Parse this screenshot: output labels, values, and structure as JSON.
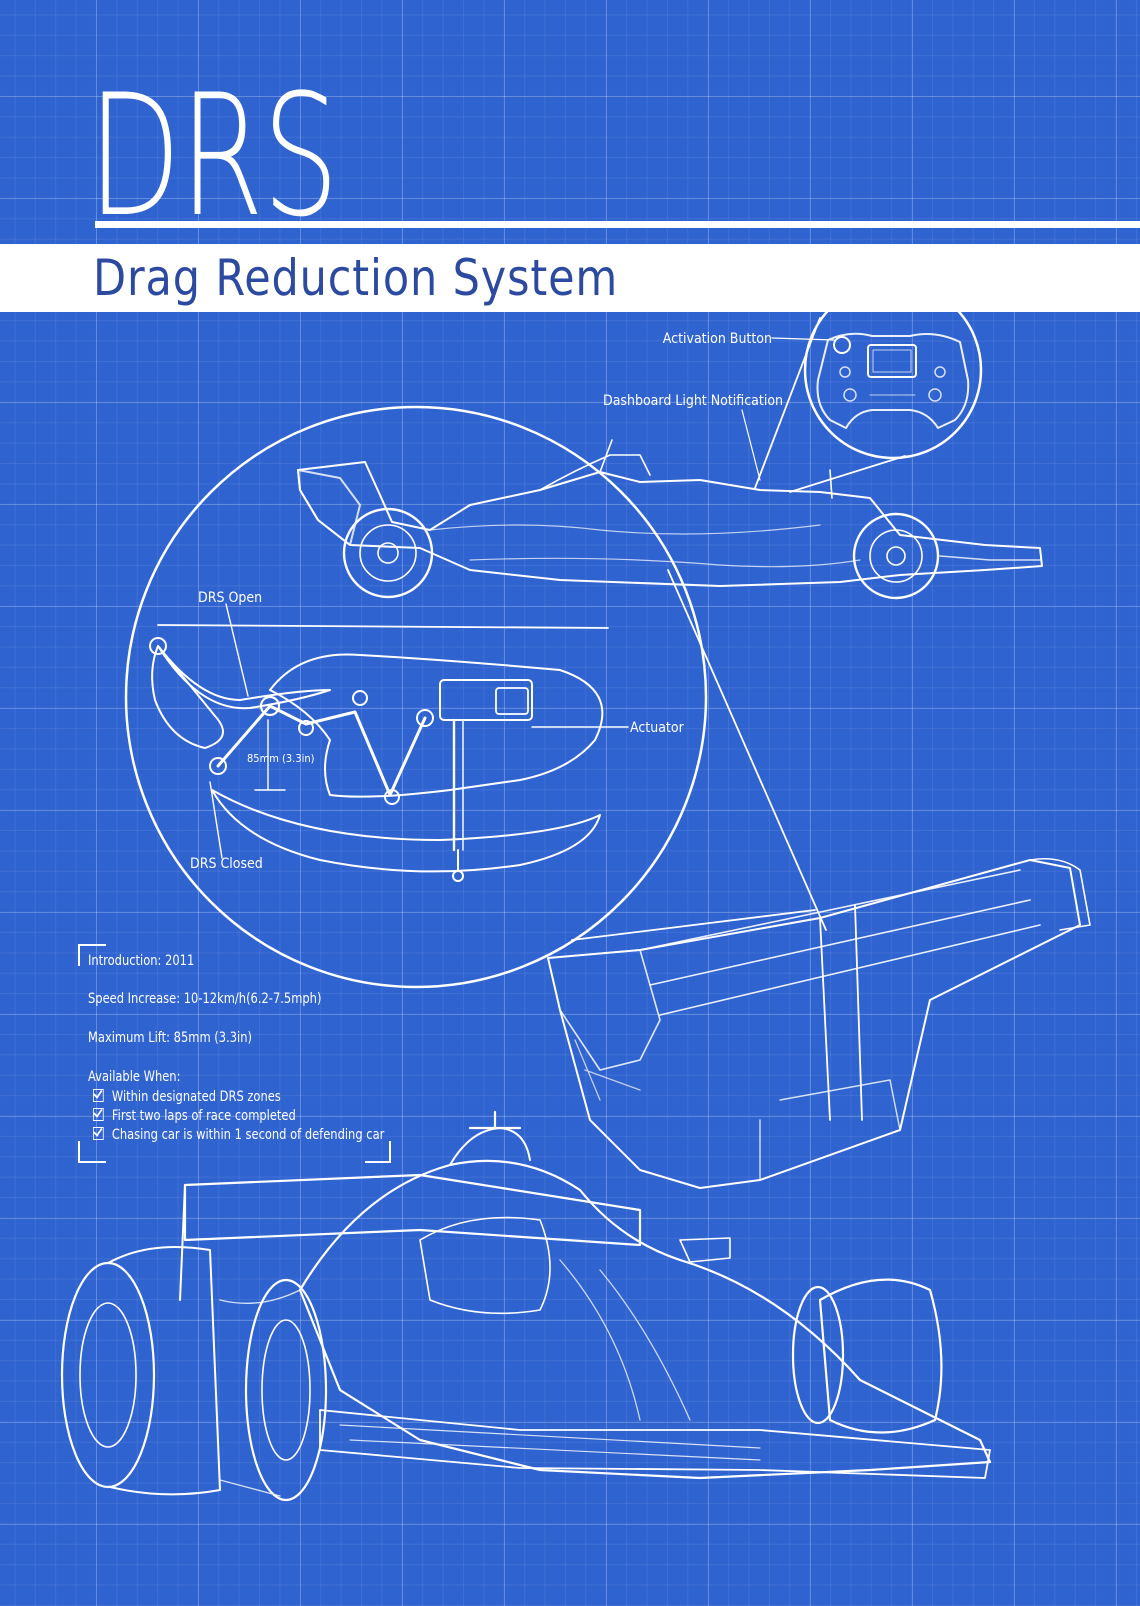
{
  "title": "DRS",
  "subtitle": "Drag Reduction System",
  "colors": {
    "background": "#2f63d0",
    "line": "#ffffff",
    "subtitle": "#2c4aa0"
  },
  "callouts": {
    "activation_button": "Activation Button",
    "dashboard_light": "Dashboard Light Notification",
    "drs_open": "DRS Open",
    "actuator": "Actuator",
    "lift_measure": "85mm (3.3in)",
    "drs_closed": "DRS Closed"
  },
  "specs": {
    "introduction": "Introduction: 2011",
    "speed_increase": "Speed Increase: 10-12km/h(6.2-7.5mph)",
    "maximum_lift": "Maximum Lift: 85mm (3.3in)",
    "available_when": "Available When:",
    "conditions": [
      "Within designated DRS zones",
      "First two laps of race completed",
      "Chasing car is within 1 second of defending car"
    ]
  },
  "icons": [
    "checkbox-checked-icon",
    "steering-wheel-illustration",
    "f1-car-side-illustration",
    "rear-wing-illustration",
    "f1-car-front-illustration"
  ]
}
